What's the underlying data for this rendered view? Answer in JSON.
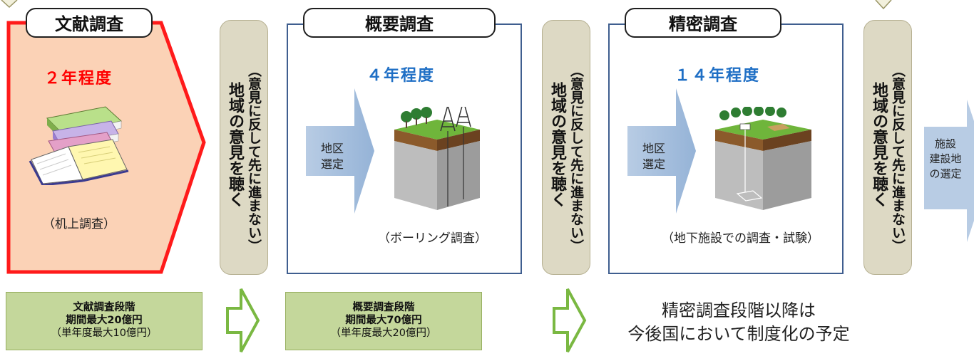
{
  "stage1": {
    "title": "文献調査",
    "duration": "２年程度",
    "caption": "（机上調査）",
    "color": "#ff0000"
  },
  "stage2": {
    "title": "概要調査",
    "duration": "４年程度",
    "select_label": "地区\n選定",
    "caption": "（ボーリング調査）",
    "color": "#1f6fc5"
  },
  "stage3": {
    "title": "精密調査",
    "duration": "１４年程度",
    "select_label": "地区\n選定",
    "caption": "（地下施設での調査・試験）",
    "color": "#1f6fc5"
  },
  "opinion": {
    "line1": "（意見に反して先に進まない）",
    "line2": "地域の意見を聴く"
  },
  "final_step": {
    "label": "施設\n建設地\nの選定"
  },
  "budget1": {
    "title": "文献調査段階",
    "max": "期間最大20億円",
    "annual": "（単年度最大10億円）"
  },
  "budget2": {
    "title": "概要調査段階",
    "max": "期間最大70億円",
    "annual": "（単年度最大20億円）"
  },
  "future_note": {
    "line1": "精密調査段階以降は",
    "line2": "今後国において制度化の予定"
  }
}
